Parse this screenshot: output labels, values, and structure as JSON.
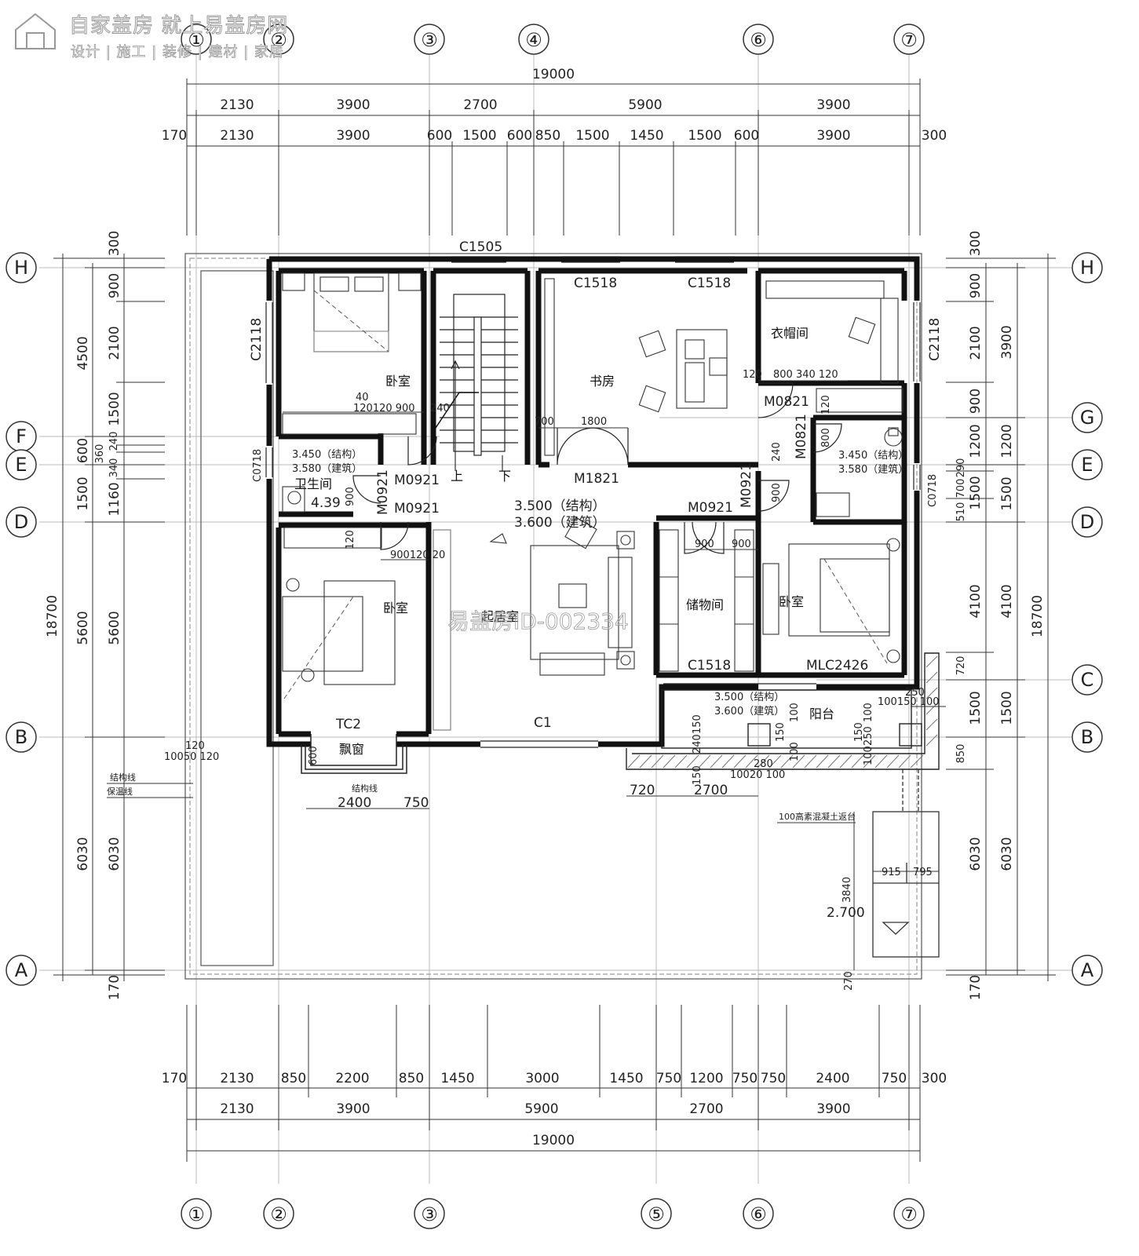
{
  "watermark": {
    "line1": "自家盖房 就上易盖房网",
    "line2": "设计 | 施工 | 装修 | 建材 | 家居",
    "center": "易盖房ID-002334"
  },
  "grid": {
    "columns_top": [
      "①",
      "②",
      "③",
      "④",
      "⑥",
      "⑦"
    ],
    "columns_bottom": [
      "①",
      "②",
      "③",
      "⑤",
      "⑥",
      "⑦"
    ],
    "rows": [
      "H",
      "G",
      "F",
      "E",
      "D",
      "C",
      "B",
      "A"
    ]
  },
  "dims": {
    "top_total": "19000",
    "top_row2": [
      "2130",
      "3900",
      "2700",
      "5900",
      "3900"
    ],
    "top_row3": [
      "170",
      "2130",
      "3900",
      "600",
      "1500",
      "600",
      "850",
      "1500",
      "1450",
      "1500",
      "600",
      "3900",
      "300"
    ],
    "bottom_row1": [
      "170",
      "2130",
      "850",
      "2200",
      "850",
      "1450",
      "3000",
      "1450",
      "750",
      "1200",
      "750",
      "750",
      "2400",
      "750",
      "300"
    ],
    "bottom_row2": [
      "2130",
      "3900",
      "5900",
      "2700",
      "3900"
    ],
    "bottom_total": "19000",
    "left_total": "18700",
    "left_outer": [
      "4500",
      "600",
      "1500",
      "5600",
      "6030"
    ],
    "left_inner": [
      "300",
      "900",
      "2100",
      "1500",
      "240",
      "360",
      "340",
      "1160",
      "5600",
      "6030",
      "170"
    ],
    "right_total": "18700",
    "right_outer": [
      "3900",
      "1200",
      "1500",
      "4100",
      "1500",
      "6030"
    ],
    "right_inner": [
      "300",
      "900",
      "2100",
      "900",
      "1200",
      "290",
      "700",
      "1500",
      "510",
      "4100",
      "720",
      "1500",
      "850",
      "6030",
      "170"
    ]
  },
  "rooms": {
    "bedroom_nw": "卧室",
    "bedroom_sw": "卧室",
    "bedroom_se": "卧室",
    "study": "书房",
    "cloakroom": "衣帽间",
    "bathroom": "卫生间",
    "living": "起居室",
    "storage": "储物间",
    "balcony": "阳台",
    "bay_window": "飘窗",
    "stair_up": "上",
    "stair_down": "下"
  },
  "labels": {
    "C1505": "C1505",
    "C1518a": "C1518",
    "C1518b": "C1518",
    "C1518c": "C1518",
    "C2118L": "C2118",
    "C2118R": "C2118",
    "C0718L": "C0718",
    "C0718R": "C0718",
    "M0921a": "M0921",
    "M0921b": "M0921",
    "M0921c": "M0921",
    "M0921d": "M0921",
    "M0821a": "M0821",
    "M0821b": "M0821",
    "M1821": "M1821",
    "MLC2426": "MLC2426",
    "TC2": "TC2",
    "C1": "C1",
    "struct_line": "结构线",
    "insul_line": "保温线",
    "struct_line2": "结构线",
    "concrete": "100高素混凝土返台",
    "lvl_bath_struct": "3.450（结构）",
    "lvl_bath_arch": "3.580（建筑）",
    "lvl_bath2_struct": "3.450（结构）",
    "lvl_bath2_arch": "3.580（建筑）",
    "lvl_living_struct": "3.500（结构）",
    "lvl_living_arch": "3.600（建筑）",
    "lvl_balcony_struct": "3.500（结构）",
    "lvl_balcony_arch": "3.600（建筑）",
    "lvl_roof": "2.700",
    "area_bath": "4.39"
  },
  "misc_dims": {
    "d40": "40",
    "d120_120_900": "120120 900",
    "d240s": "240",
    "d700": "700",
    "d1800": "1800",
    "d120r": "120",
    "d800_340_120": "800 340 120",
    "d800": "800",
    "d120v": "120",
    "d240r": "240",
    "d900r": "900",
    "d900a": "900",
    "d900b": "900",
    "d900w": "900",
    "d120w": "120",
    "d900_120_20": "900120 20",
    "d100_50_120": "10050 120",
    "d120top": "120",
    "d600": "600",
    "d2400": "2400",
    "d750": "750",
    "d720": "720",
    "d2700": "2700",
    "d100_150_100": "100150 100",
    "d250": "250",
    "d280": "280",
    "d100_20_100": "10020 100",
    "d915": "915",
    "d795": "795",
    "d3840": "3840",
    "d270": "270",
    "d150a": "150",
    "d240b": "240",
    "d150b": "150",
    "d100c": "100",
    "d150c": "150",
    "d100d": "100",
    "d250e": "250",
    "d100f": "100",
    "d100g": "100"
  },
  "colors": {
    "line": "#222222",
    "wall": "#111111",
    "grid": "#999999",
    "hatch": "#777777"
  }
}
